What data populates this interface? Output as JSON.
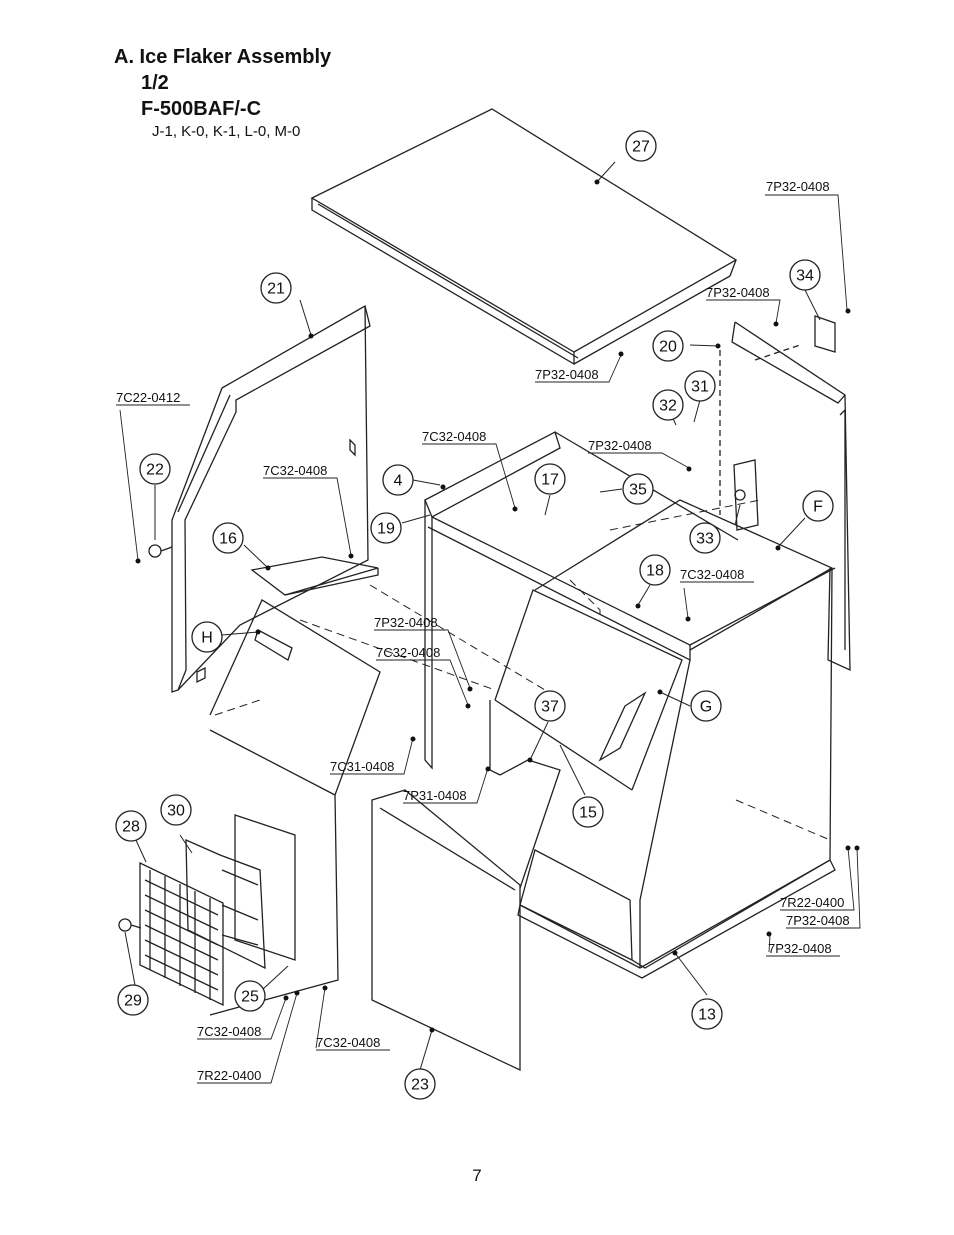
{
  "header": {
    "title": "A. Ice Flaker Assembly",
    "sub1": "1/2",
    "sub2": "F-500BAF/-C",
    "variants": "J-1, K-0, K-1, L-0, M-0"
  },
  "callouts": [
    "27",
    "21",
    "34",
    "20",
    "31",
    "32",
    "22",
    "4",
    "17",
    "35",
    "19",
    "33",
    "F",
    "16",
    "18",
    "H",
    "G",
    "37",
    "15",
    "30",
    "28",
    "29",
    "25",
    "23",
    "13"
  ],
  "part_labels": [
    "7P32-0408",
    "7P32-0408",
    "7P32-0408",
    "7C22-0412",
    "7C32-0408",
    "7C32-0408",
    "7P32-0408",
    "7C32-0408",
    "7P32-0408",
    "7C32-0408",
    "7C31-0408",
    "7P31-0408",
    "7R22-0400",
    "7P32-0408",
    "7P32-0408",
    "7C32-0408",
    "7C32-0408",
    "7R22-0400"
  ],
  "page_number": "7"
}
